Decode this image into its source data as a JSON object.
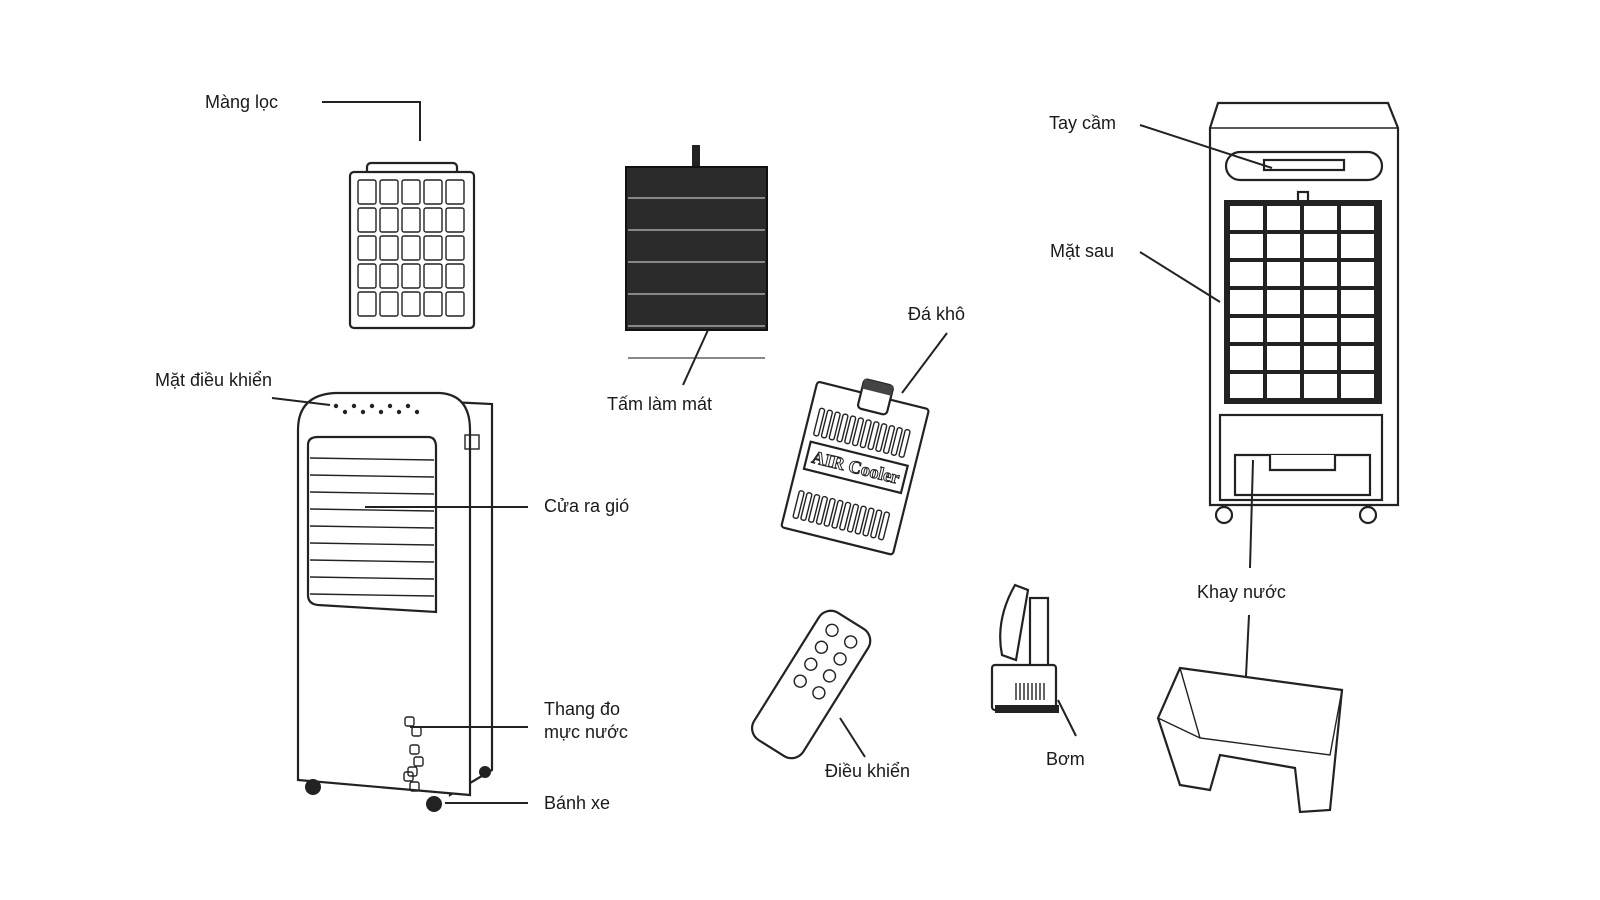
{
  "title": "Air cooler parts diagram",
  "labels": {
    "filter": "Màng lọc",
    "cooling_pad": "Tấm làm mát",
    "control_panel": "Mặt điều khiển",
    "air_outlet": "Cửa ra gió",
    "water_gauge_line1": "Thang đo",
    "water_gauge_line2": "mực nước",
    "wheels": "Bánh xe",
    "ice_pack": "Đá khô",
    "ice_pack_print": "AIR Cooler",
    "remote": "Điều khiển",
    "pump": "Bơm",
    "handle": "Tay cầm",
    "back_panel": "Mặt sau",
    "water_tank": "Khay nước"
  },
  "colors": {
    "line": "#222222",
    "background": "#ffffff"
  }
}
